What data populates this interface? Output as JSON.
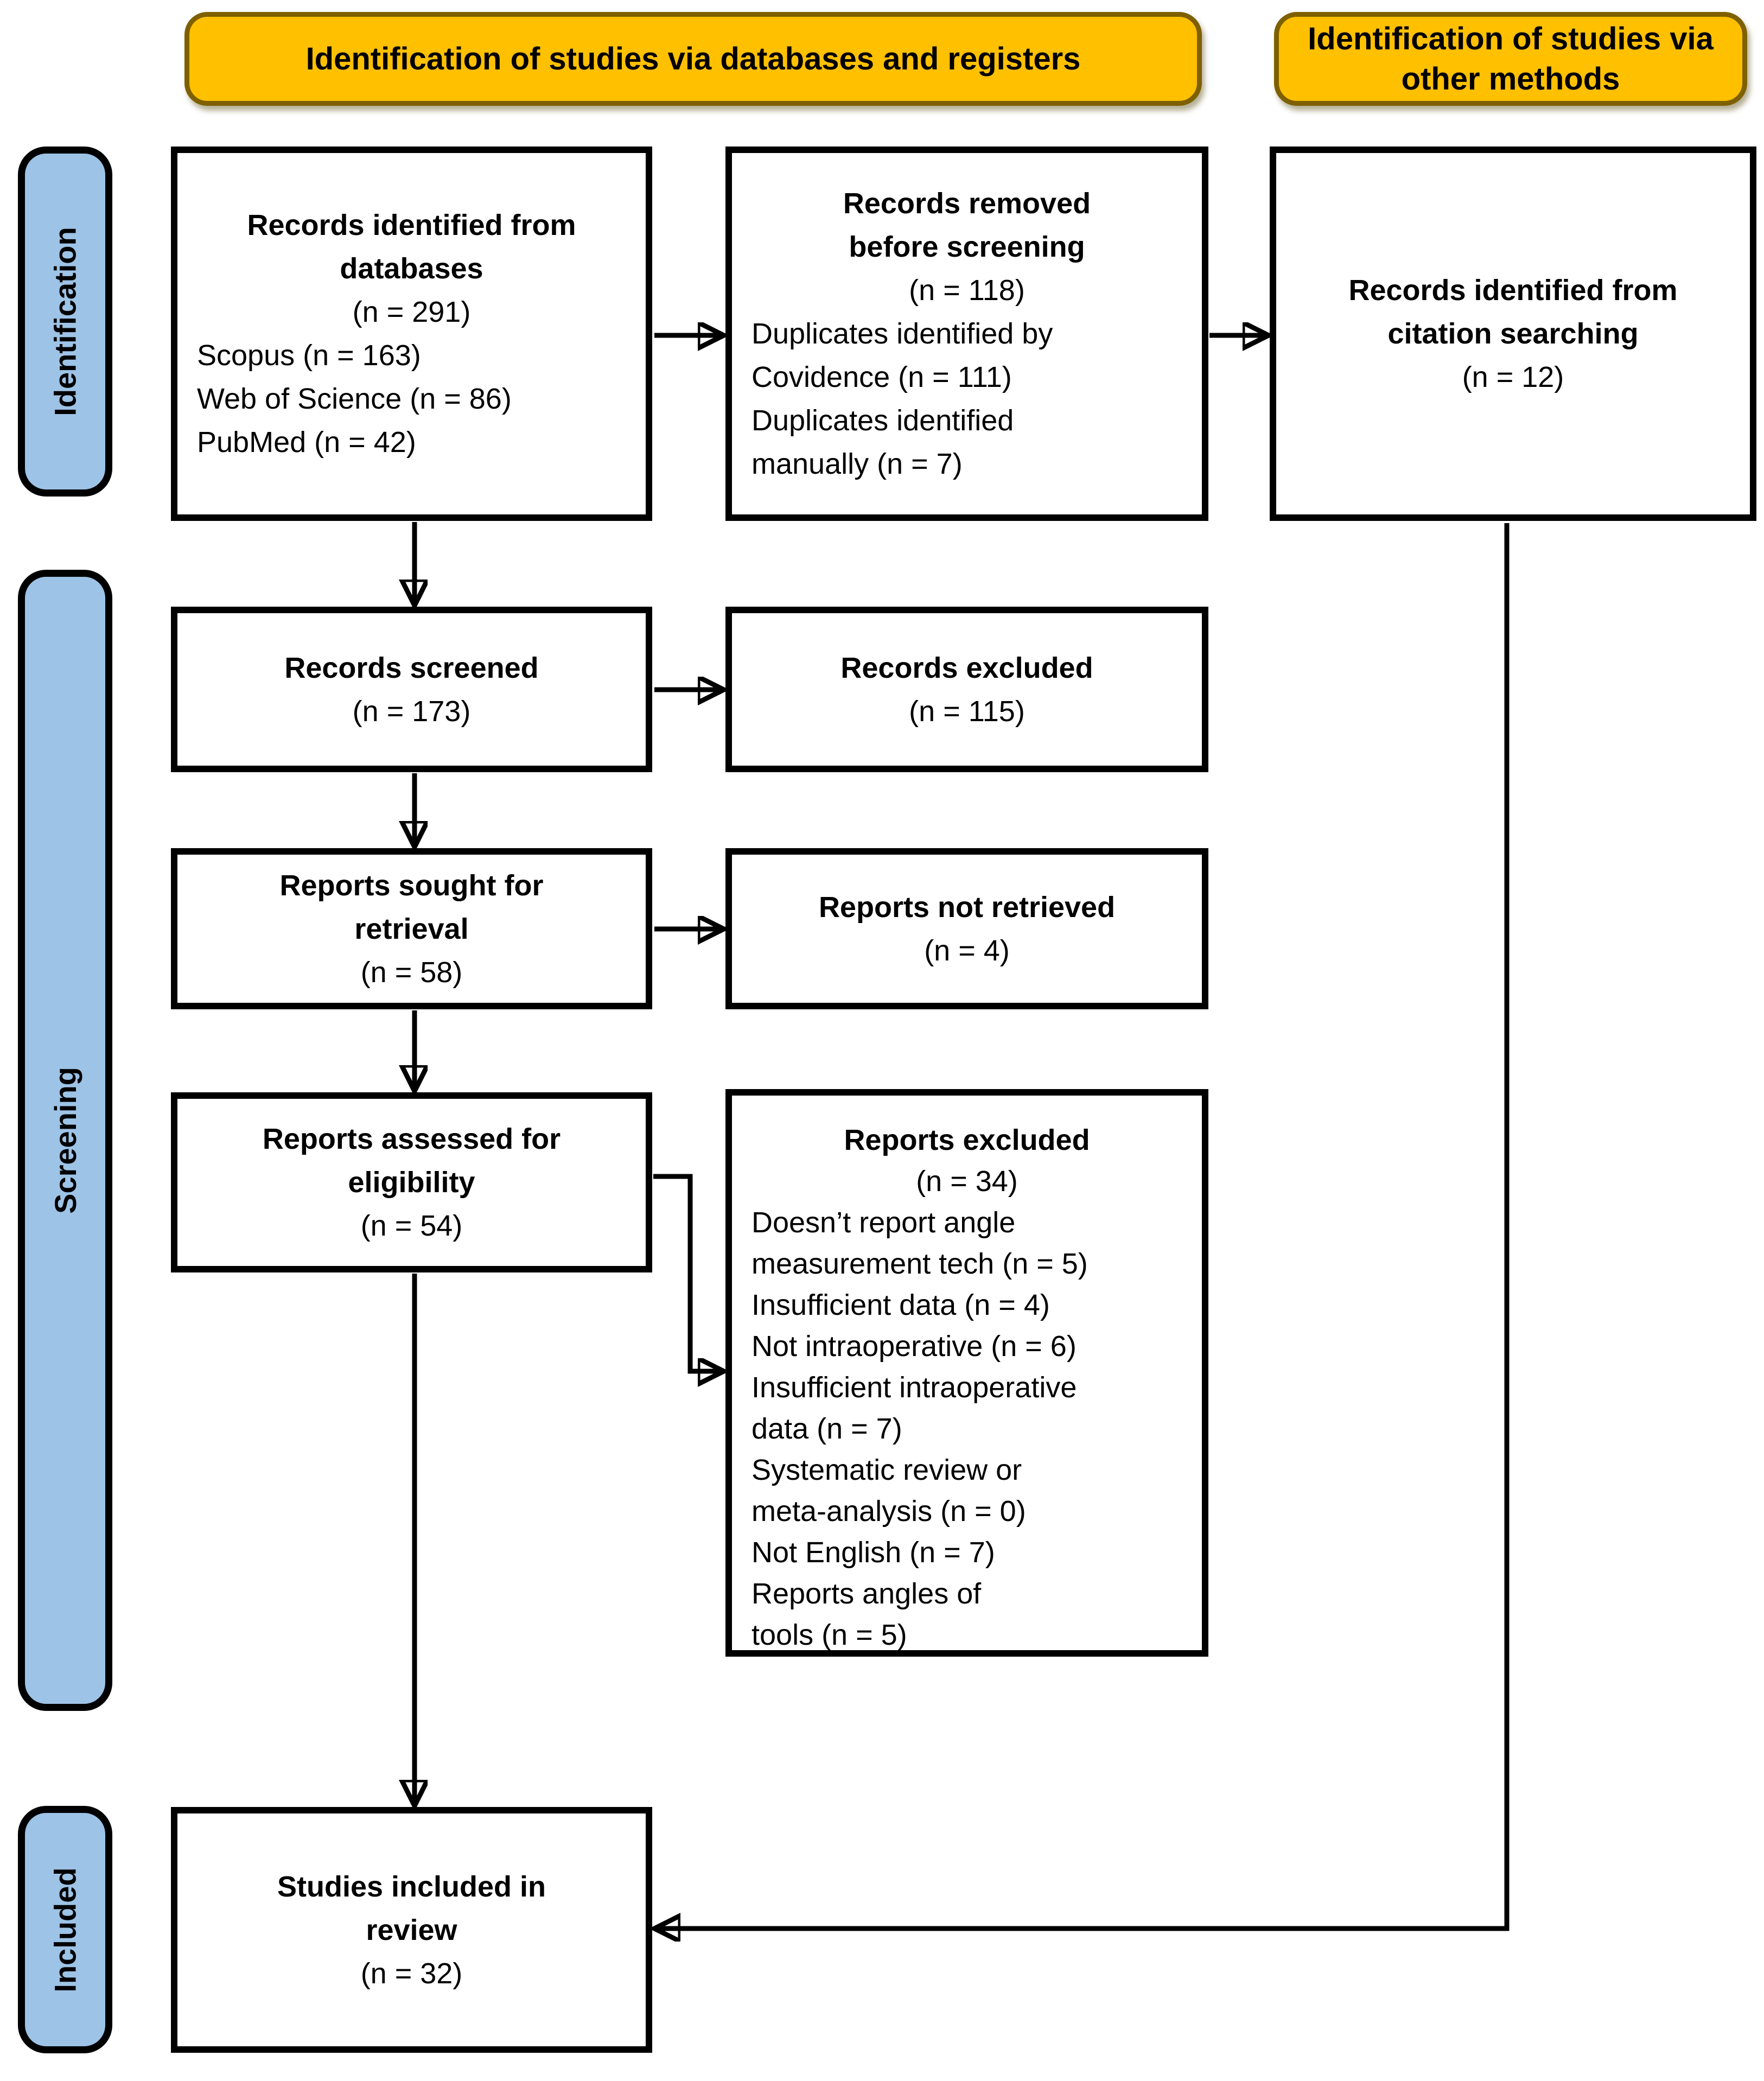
{
  "title": "PRISMA flow diagram",
  "headers": {
    "left": "Identification of studies via databases and registers",
    "right": "Identification of studies via other methods"
  },
  "bands": {
    "identification": "Identification",
    "screening": "Screening",
    "included": "Included"
  },
  "boxes": {
    "records_identified": {
      "l1": "Records identified from",
      "l2": "databases",
      "count": "(n = 291)",
      "d1": "Scopus (n = 163)",
      "d2": "Web of Science (n = 86)",
      "d3": "PubMed (n = 42)"
    },
    "records_removed": {
      "l1": "Records removed",
      "l2": "before screening",
      "count": "(n = 118)",
      "d1": "Duplicates identified by",
      "d2": "Covidence (n = 111)",
      "d3": "Duplicates identified",
      "d4": "manually (n = 7)"
    },
    "citation_searching": {
      "l1": "Records identified from",
      "l2": "citation searching",
      "count": "(n = 12)"
    },
    "records_screened": {
      "l1": "Records screened",
      "count": "(n = 173)"
    },
    "records_excluded": {
      "l1": "Records excluded",
      "count": "(n = 115)"
    },
    "reports_sought": {
      "l1": "Reports sought for",
      "l2": "retrieval",
      "count": "(n = 58)"
    },
    "reports_not_retrieved": {
      "l1": "Reports not retrieved",
      "count": "(n = 4)"
    },
    "reports_assessed": {
      "l1": "Reports assessed for",
      "l2": "eligibility",
      "count": "(n = 54)"
    },
    "reports_excluded": {
      "l1": "Reports excluded",
      "count": "(n = 34)",
      "d1": "Doesn’t report angle",
      "d2": "measurement tech (n = 5)",
      "d3": "Insufficient data (n = 4)",
      "d4": "Not intraoperative (n = 6)",
      "d5": "Insufficient intraoperative",
      "d6": "data (n = 7)",
      "d7": "Systematic review or",
      "d8": "meta-analysis (n = 0)",
      "d9": "Not English (n = 7)",
      "d10": "Reports angles of",
      "d11": "tools (n = 5)"
    },
    "studies_included": {
      "l1": "Studies included in",
      "l2": "review",
      "count": "(n = 32)"
    }
  },
  "colors": {
    "header_fill": "#FFC000",
    "header_border": "#7E6000",
    "band_fill": "#9DC3E6",
    "band_border": "#000000",
    "box_border": "#000000",
    "text": "#000000"
  }
}
